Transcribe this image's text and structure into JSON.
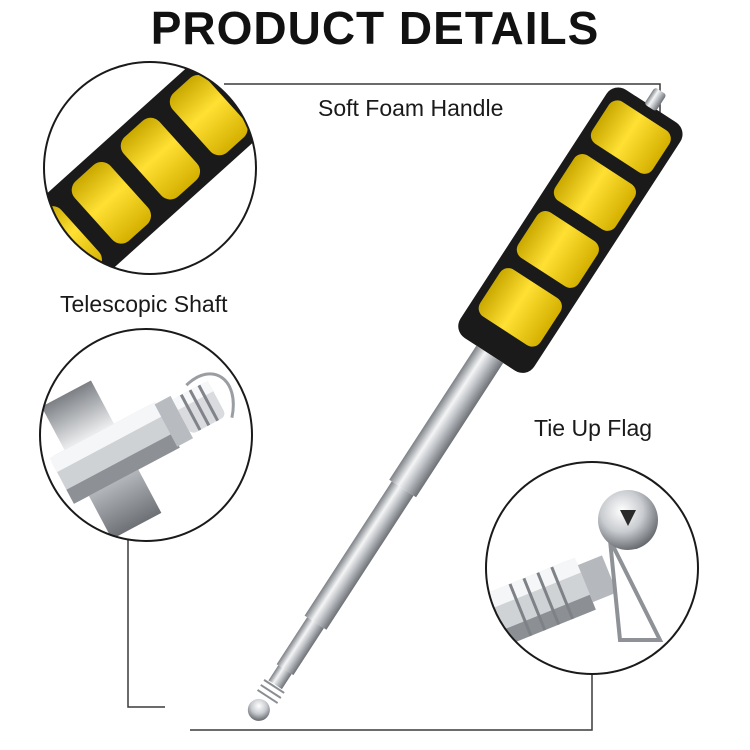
{
  "title": "PRODUCT DETAILS",
  "features": {
    "handle": {
      "label": "Soft Foam Handle"
    },
    "shaft": {
      "label": "Telescopic Shaft"
    },
    "flag": {
      "label": "Tie Up Flag"
    }
  },
  "colors": {
    "foam_yellow": "#f5d21a",
    "foam_black": "#1a1a1a",
    "steel": "#c9ccd0",
    "lines": "#3a3a3a"
  }
}
